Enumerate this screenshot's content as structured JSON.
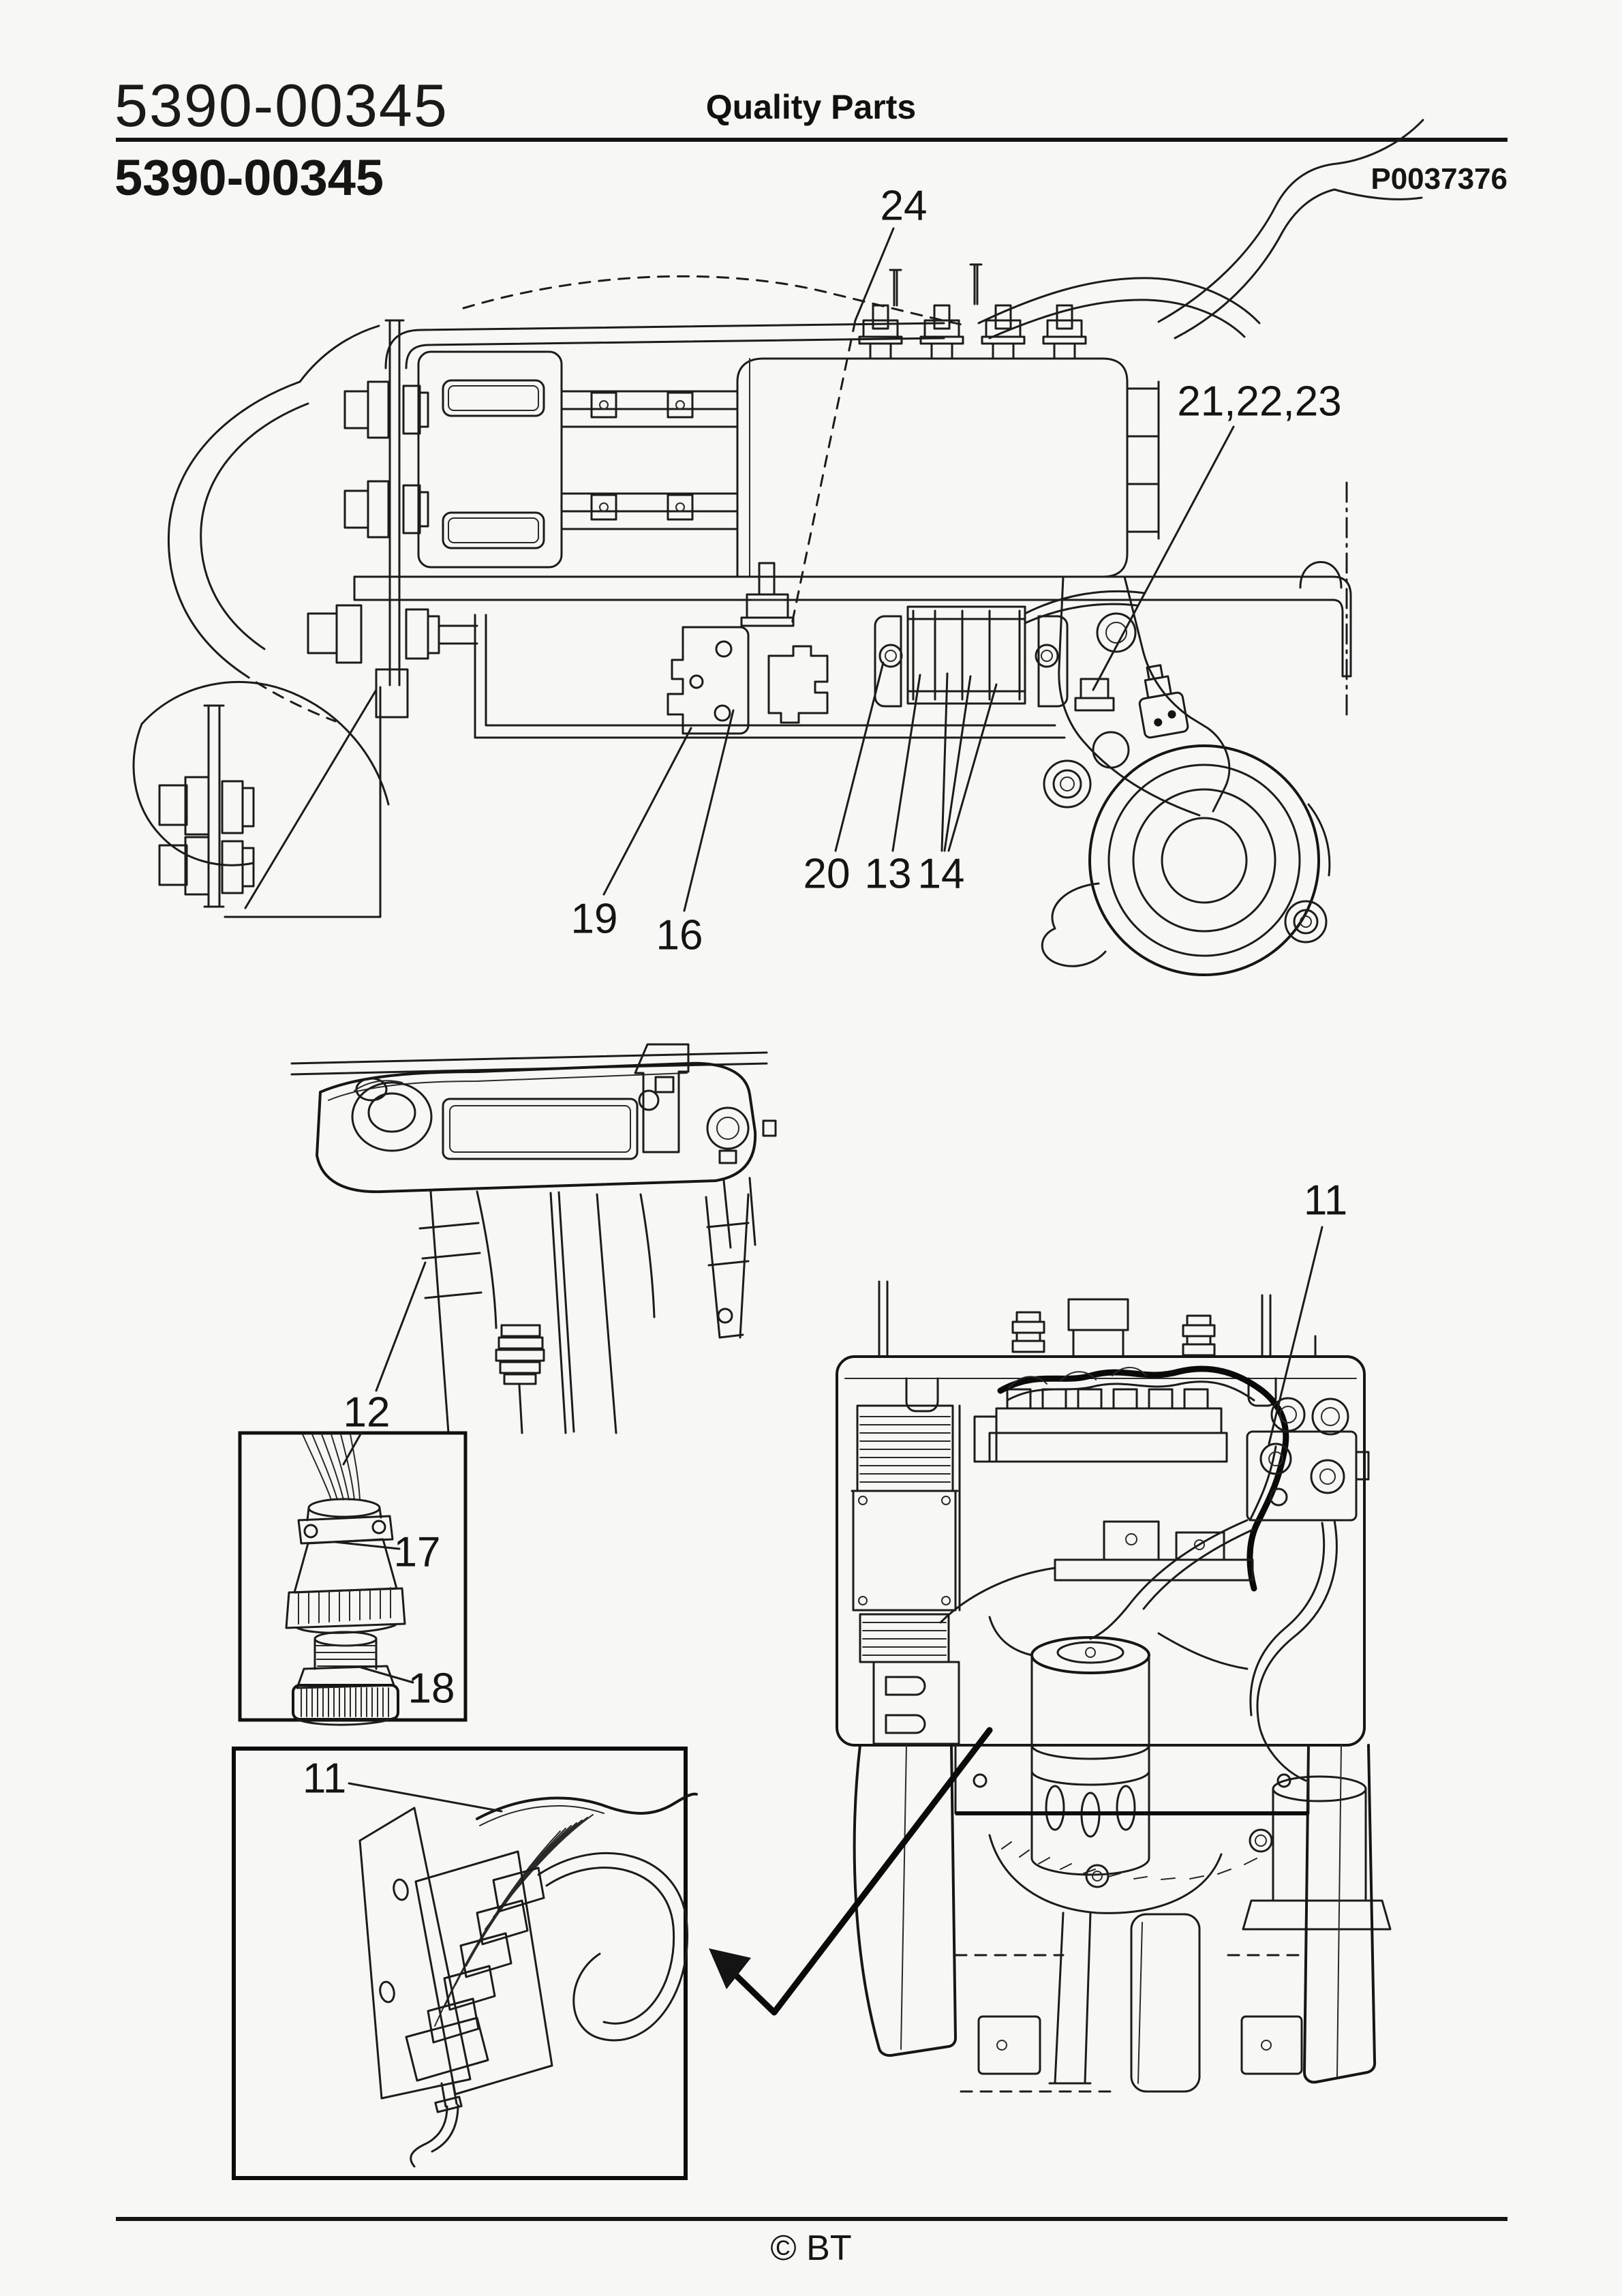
{
  "header": {
    "doc_number": "5390-00345",
    "title": "Quality Parts",
    "section_number": "5390-00345",
    "figure_code": "P0037376"
  },
  "footer": {
    "copyright": "© BT"
  },
  "callouts": {
    "n24": "24",
    "n21_22_23": "21,22,23",
    "n19": "19",
    "n16": "16",
    "n20": "20",
    "n13": "13",
    "n14": "14",
    "n12": "12",
    "n17": "17",
    "n18": "18",
    "n11_inset": "11",
    "n11_chassis": "11"
  },
  "colors": {
    "ink": "#1a1a1a",
    "paper": "#f7f7f5"
  }
}
